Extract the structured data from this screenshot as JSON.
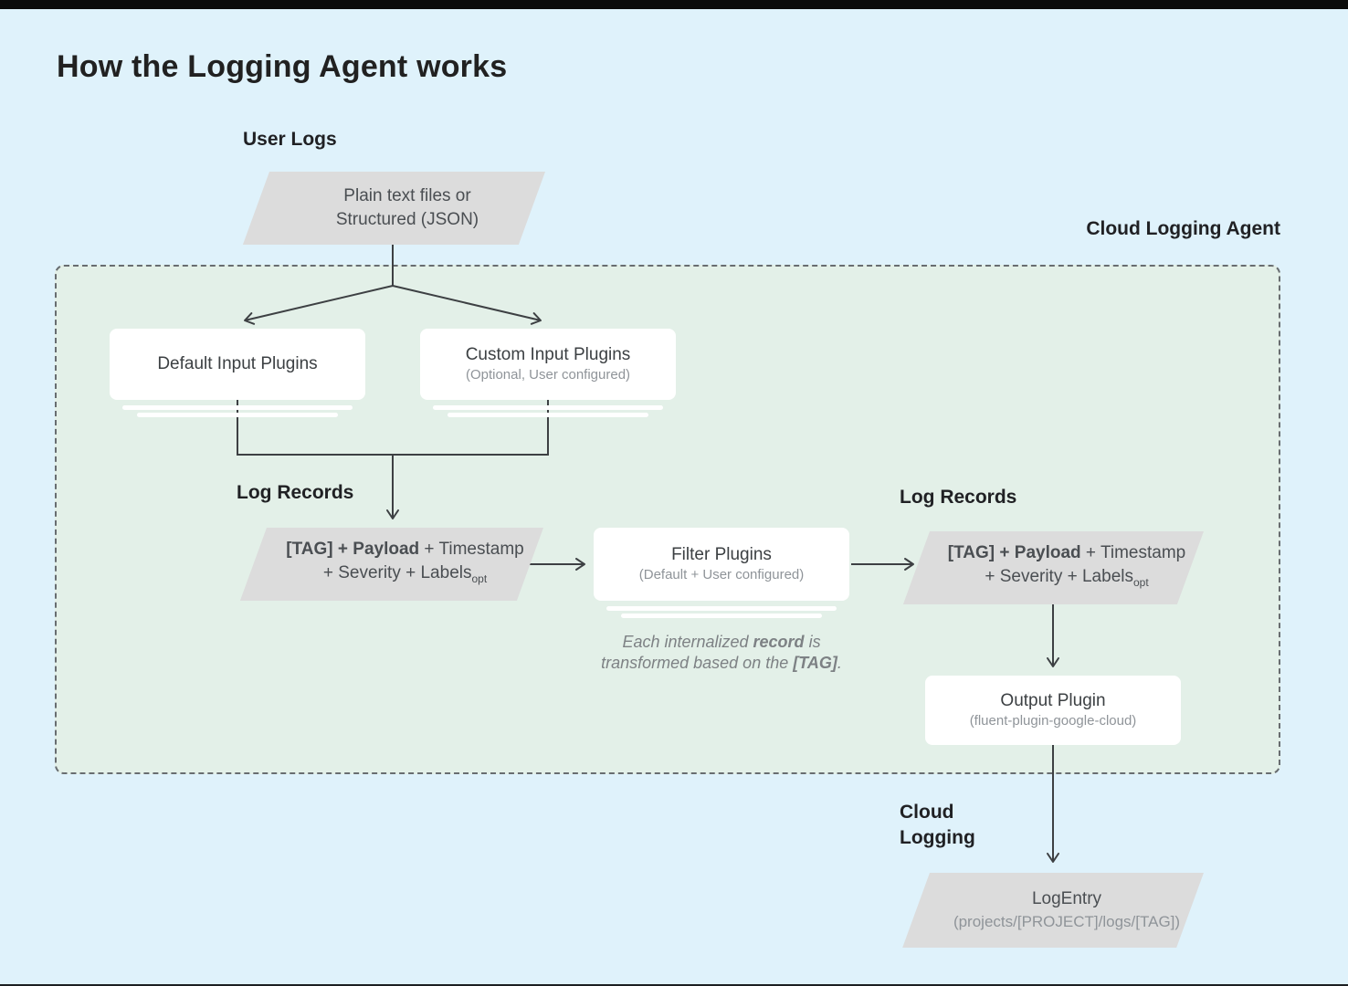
{
  "title": "How the Logging Agent works",
  "section_labels": {
    "user_logs": "User Logs",
    "cloud_logging_agent": "Cloud Logging Agent",
    "log_records_left": "Log Records",
    "log_records_right": "Log Records",
    "cloud_logging_line1": "Cloud",
    "cloud_logging_line2": "Logging"
  },
  "nodes": {
    "user_log_source": {
      "line1": "Plain text files or",
      "line2": "Structured (JSON)"
    },
    "default_input_plugins": {
      "title": "Default Input Plugins"
    },
    "custom_input_plugins": {
      "title": "Custom Input Plugins",
      "subtitle": "(Optional, User configured)"
    },
    "log_record_left": {
      "bold": "[TAG] + Payload",
      "regular": " + Timestamp",
      "line2": "+ Severity + Labels",
      "subscript": "opt"
    },
    "filter_plugins": {
      "title": "Filter Plugins",
      "subtitle": "(Default + User configured)"
    },
    "log_record_right": {
      "bold": "[TAG] + Payload",
      "regular": " + Timestamp",
      "line2": "+ Severity + Labels",
      "subscript": "opt"
    },
    "output_plugin": {
      "title": "Output Plugin",
      "subtitle": "(fluent-plugin-google-cloud)"
    },
    "log_entry": {
      "title": "LogEntry",
      "subtitle": "(projects/[PROJECT]/logs/[TAG])"
    }
  },
  "note": {
    "part1": "Each internalized ",
    "bold1": "record",
    "part2": " is",
    "part3": "transformed based on the ",
    "bold2": "[TAG]",
    "part4": "."
  },
  "colors": {
    "background": "#dff2fb",
    "agent_box_fill": "#e3f0e8",
    "agent_box_border": "#686d70",
    "parallelogram_fill": "#dcdcdc",
    "node_fill": "#ffffff",
    "line": "#3d4043",
    "text_primary": "#3c4043",
    "text_secondary": "#8f9499",
    "heading": "#212121",
    "note_text": "#7d8184",
    "para_text": "#4a4e52"
  }
}
